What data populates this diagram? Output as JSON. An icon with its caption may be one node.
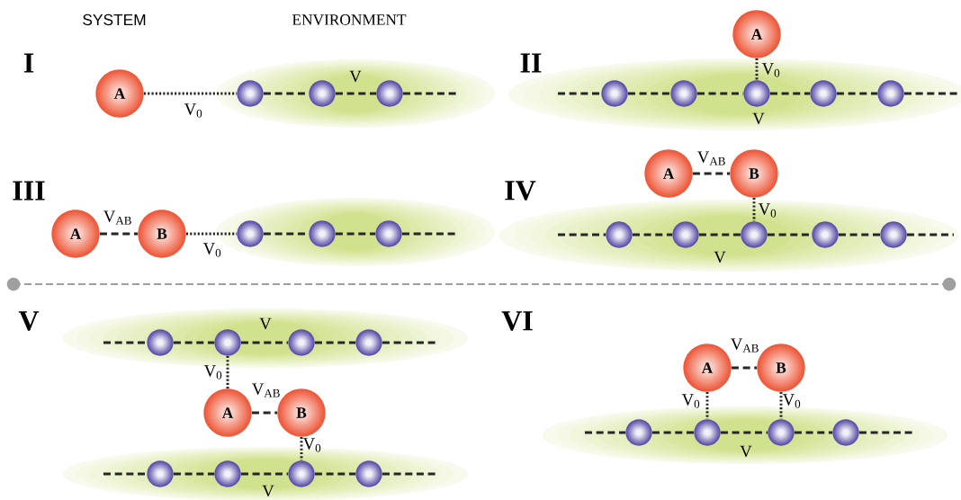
{
  "diagram": {
    "nodes": [
      {
        "text": [
          "A"
        ]
      },
      {
        "text": [
          "V"
        ]
      },
      {
        "text": [],
        "shape": "circle",
        "in": 1
      },
      {
        "text": [],
        "shape": "circle",
        "in": 1
      },
      {
        "text": [],
        "shape": "circle",
        "in": 1
      },
      {
        "text": [
          "A"
        ]
      },
      {
        "text": [
          "V"
        ]
      },
      {
        "text": [],
        "shape": "circle",
        "in": 6
      },
      {
        "text": [],
        "shape": "circle",
        "in": 6
      },
      {
        "text": [],
        "shape": "circle",
        "in": 6
      },
      {
        "text": [],
        "shape": "circle",
        "in": 6
      },
      {
        "text": [],
        "shape": "circle",
        "in": 6
      },
      {
        "text": [
          "A"
        ]
      },
      {
        "text": [
          "B"
        ]
      },
      {
        "text": [],
        "shape": "ellipse"
      },
      {
        "text": [],
        "shape": "circle",
        "in": 14
      },
      {
        "text": [],
        "shape": "circle",
        "in": 14
      },
      {
        "text": [],
        "shape": "circle",
        "in": 14
      },
      {
        "text": [
          "A"
        ]
      },
      {
        "text": [
          "B"
        ]
      },
      {
        "text": [
          "V"
        ]
      },
      {
        "text": [],
        "shape": "circle",
        "in": 20
      },
      {
        "text": [],
        "shape": "circle",
        "in": 20
      },
      {
        "text": [],
        "shape": "circle",
        "in": 20
      },
      {
        "text": [],
        "shape": "circle",
        "in": 20
      },
      {
        "text": [],
        "shape": "circle",
        "in": 20
      },
      {
        "text": [
          "V"
        ]
      },
      {
        "text": [],
        "shape": "circle",
        "in": 26
      },
      {
        "text": [],
        "shape": "circle",
        "in": 26
      },
      {
        "text": [],
        "shape": "circle",
        "in": 26
      },
      {
        "text": [],
        "shape": "circle",
        "in": 26
      },
      {
        "text": [
          "A"
        ]
      },
      {
        "text": [
          "B"
        ]
      },
      {
        "text": [
          "V"
        ]
      },
      {
        "text": [],
        "shape": "circle",
        "in": 33
      },
      {
        "text": [],
        "shape": "circle",
        "in": 33
      },
      {
        "text": [],
        "shape": "circle",
        "in": 33
      },
      {
        "text": [],
        "shape": "circle",
        "in": 33
      },
      {
        "text": [
          "A"
        ]
      },
      {
        "text": [
          "B"
        ]
      },
      {
        "text": [
          "V"
        ]
      },
      {
        "text": [],
        "shape": "circle",
        "in": 40
      },
      {
        "text": [],
        "shape": "circle",
        "in": 40
      },
      {
        "text": [],
        "shape": "circle",
        "in": 40
      },
      {
        "text": [],
        "shape": "circle",
        "in": 40
      }
    ],
    "edges": [
      {
        "from": 0,
        "to": 2,
        "arrow": "none",
        "style": "dashed",
        "label": "V$_{0}$"
      },
      {
        "from": 2,
        "to": 3,
        "arrow": "none"
      },
      {
        "from": 3,
        "to": 4,
        "arrow": "none"
      },
      {
        "from": 4,
        "to": null,
        "arrow": "none"
      },
      {
        "from": 5,
        "to": 9,
        "arrow": "none",
        "style": "dashed",
        "label": "V$_{0}$"
      },
      {
        "from": null,
        "to": 7,
        "arrow": "none"
      },
      {
        "from": 7,
        "to": 8,
        "arrow": "none"
      },
      {
        "from": 8,
        "to": 9,
        "arrow": "none"
      },
      {
        "from": 9,
        "to": 10,
        "arrow": "none"
      },
      {
        "from": 10,
        "to": 11,
        "arrow": "none"
      },
      {
        "from": 11,
        "to": null,
        "arrow": "none"
      },
      {
        "from": 12,
        "to": 13,
        "arrow": "none",
        "label": "V$_{AB}$"
      },
      {
        "from": 13,
        "to": 15,
        "arrow": "none",
        "style": "dashed",
        "label": "V$_{0}$"
      },
      {
        "from": 15,
        "to": 16,
        "arrow": "none"
      },
      {
        "from": 16,
        "to": 17,
        "arrow": "none"
      },
      {
        "from": 17,
        "to": null,
        "arrow": "none"
      },
      {
        "from": 18,
        "to": 19,
        "arrow": "none",
        "label": "V$_{AB}$"
      },
      {
        "from": 19,
        "to": 23,
        "arrow": "none",
        "style": "dashed",
        "label": "V$_{0}$"
      },
      {
        "from": null,
        "to": 21,
        "arrow": "none"
      },
      {
        "from": 21,
        "to": 22,
        "arrow": "none"
      },
      {
        "from": 22,
        "to": 23,
        "arrow": "none"
      },
      {
        "from": 23,
        "to": 24,
        "arrow": "none"
      },
      {
        "from": 24,
        "to": 25,
        "arrow": "none"
      },
      {
        "from": 25,
        "to": null,
        "arrow": "none"
      },
      {
        "from": null,
        "to": 27,
        "arrow": "none"
      },
      {
        "from": 27,
        "to": 28,
        "arrow": "none"
      },
      {
        "from": 28,
        "to": 29,
        "arrow": "none"
      },
      {
        "from": 29,
        "to": 30,
        "arrow": "none"
      },
      {
        "from": 30,
        "to": null,
        "arrow": "none"
      },
      {
        "from": 28,
        "to": 31,
        "arrow": "none",
        "style": "dashed",
        "label": "V$_{0}$"
      },
      {
        "from": 31,
        "to": 32,
        "arrow": "none",
        "label": "V$_{AB}$"
      },
      {
        "from": 32,
        "to": 36,
        "arrow": "none",
        "style": "dashed",
        "label": "V$_{0}$"
      },
      {
        "from": null,
        "to": 34,
        "arrow": "none"
      },
      {
        "from": 34,
        "to": 35,
        "arrow": "none"
      },
      {
        "from": 35,
        "to": 36,
        "arrow": "none"
      },
      {
        "from": 36,
        "to": 37,
        "arrow": "none"
      },
      {
        "from": 37,
        "to": null,
        "arrow": "none"
      },
      {
        "from": 38,
        "to": 39,
        "arrow": "none",
        "label": "V$_{AB}$"
      },
      {
        "from": 38,
        "to": 42,
        "arrow": "none",
        "style": "dashed",
        "label": "V$_{0}$"
      },
      {
        "from": 39,
        "to": 43,
        "arrow": "none",
        "style": "dashed",
        "label": "V$_{0}$"
      },
      {
        "from": null,
        "to": 41,
        "arrow": "none"
      },
      {
        "from": 41,
        "to": 42,
        "arrow": "none"
      },
      {
        "from": 42,
        "to": 43,
        "arrow": "none"
      },
      {
        "from": 43,
        "to": 44,
        "arrow": "none"
      },
      {
        "from": 44,
        "to": null,
        "arrow": "none"
      }
    ],
    "labels": [
      "SYSTEM",
      "ENVIRONMENT",
      "I",
      "II",
      "III",
      "IV",
      "V",
      "VI"
    ]
  }
}
